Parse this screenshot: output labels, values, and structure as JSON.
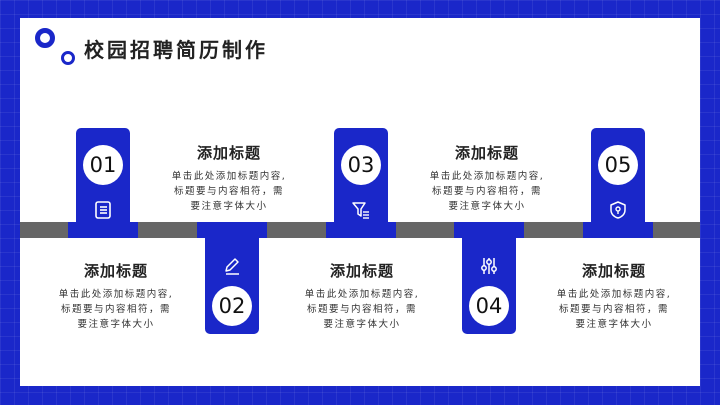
{
  "page": {
    "title": "校园招聘简历制作"
  },
  "steps": [
    {
      "number": "01",
      "icon": "list-icon",
      "heading": "添加标题",
      "desc": [
        "单击此处添加标题内容,",
        "标题要与内容相符，需",
        "要注意字体大小"
      ]
    },
    {
      "number": "02",
      "icon": "pencil-icon",
      "heading": "添加标题",
      "desc": [
        "单击此处添加标题内容,",
        "标题要与内容相符，需",
        "要注意字体大小"
      ]
    },
    {
      "number": "03",
      "icon": "filter-icon",
      "heading": "添加标题",
      "desc": [
        "单击此处添加标题内容,",
        "标题要与内容相符，需",
        "要注意字体大小"
      ]
    },
    {
      "number": "04",
      "icon": "sliders-icon",
      "heading": "添加标题",
      "desc": [
        "单击此处添加标题内容,",
        "标题要与内容相符，需",
        "要注意字体大小"
      ]
    },
    {
      "number": "05",
      "icon": "shield-icon",
      "heading": "添加标题",
      "desc": [
        "单击此处添加标题内容,",
        "标题要与内容相符，需",
        "要注意字体大小"
      ]
    }
  ],
  "colors": {
    "accent": "#1a27c9",
    "track": "#666666",
    "background": "#ffffff"
  }
}
